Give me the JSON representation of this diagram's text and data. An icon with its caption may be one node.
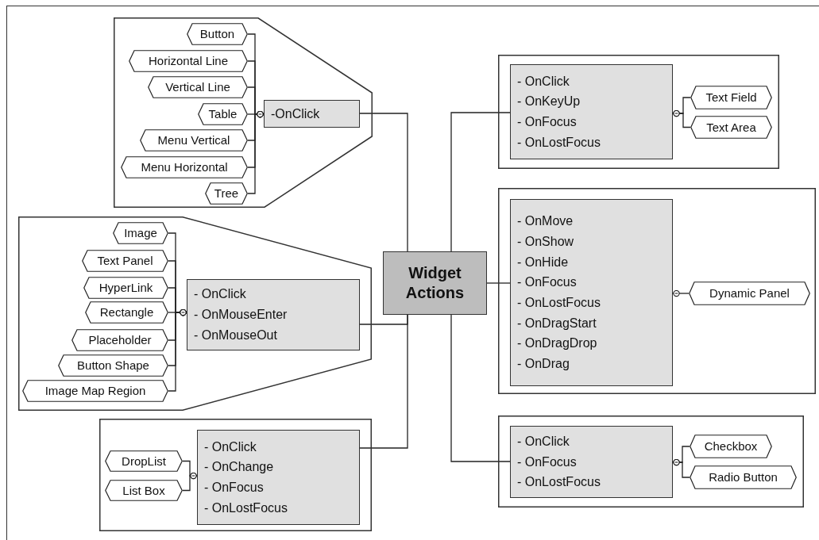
{
  "diagram": {
    "nodes": [
      {
        "text": [
          "Widget Actions"
        ]
      },
      {
        "text": [],
        "shape": "hexagon"
      },
      {
        "text": [
          "-OnClick"
        ],
        "in": 1
      },
      {
        "text": [
          "Button"
        ],
        "in": 1
      },
      {
        "text": [
          "Horizontal Line"
        ],
        "in": 1
      },
      {
        "text": [
          "Vertical Line"
        ],
        "in": 1
      },
      {
        "text": [
          "Table"
        ],
        "in": 1
      },
      {
        "text": [
          "Menu Vertical"
        ],
        "in": 1
      },
      {
        "text": [
          "Menu Horizontal"
        ],
        "in": 1
      },
      {
        "text": [
          "Tree"
        ],
        "in": 1
      },
      {
        "text": [],
        "shape": "hexagon"
      },
      {
        "text": [
          "- OnClick",
          "- OnMouseEnter",
          "- OnMouseOut"
        ],
        "in": 10
      },
      {
        "text": [
          "Image"
        ],
        "in": 10
      },
      {
        "text": [
          "Text Panel"
        ],
        "in": 10
      },
      {
        "text": [
          "HyperLink"
        ],
        "in": 10
      },
      {
        "text": [
          "Rectangle"
        ],
        "in": 10
      },
      {
        "text": [
          "Placeholder"
        ],
        "in": 10
      },
      {
        "text": [
          "Button Shape"
        ],
        "in": 10
      },
      {
        "text": [
          "Image Map Region"
        ],
        "in": 10
      },
      {
        "text": [],
        "shape": "box"
      },
      {
        "text": [
          "- OnClick",
          "- OnChange",
          "- OnFocus",
          "- OnLostFocus"
        ],
        "in": 19
      },
      {
        "text": [
          "DropList"
        ],
        "in": 19
      },
      {
        "text": [
          "List Box"
        ],
        "in": 19
      },
      {
        "text": [],
        "shape": "box"
      },
      {
        "text": [
          "- OnClick",
          "- OnKeyUp",
          "- OnFocus",
          "- OnLostFocus"
        ],
        "in": 23
      },
      {
        "text": [
          "Text Field"
        ],
        "in": 23
      },
      {
        "text": [
          "Text Area"
        ],
        "in": 23
      },
      {
        "text": [],
        "shape": "box"
      },
      {
        "text": [
          "- OnMove",
          "- OnShow",
          "- OnHide",
          "- OnFocus",
          "- OnLostFocus",
          "- OnDragStart",
          "- OnDragDrop",
          "- OnDrag"
        ],
        "in": 27
      },
      {
        "text": [
          "Dynamic Panel"
        ],
        "in": 27
      },
      {
        "text": [],
        "shape": "box"
      },
      {
        "text": [
          "- OnClick",
          "- OnFocus",
          "- OnLostFocus"
        ],
        "in": 30
      },
      {
        "text": [
          "Checkbox"
        ],
        "in": 30
      },
      {
        "text": [
          "Radio Button"
        ],
        "in": 30
      }
    ],
    "edges": [
      {
        "from": 0,
        "to": 2,
        "arrow": "none"
      },
      {
        "from": 0,
        "to": 11,
        "arrow": "none"
      },
      {
        "from": 0,
        "to": 20,
        "arrow": "none"
      },
      {
        "from": 0,
        "to": 24,
        "arrow": "none"
      },
      {
        "from": 0,
        "to": 28,
        "arrow": "none"
      },
      {
        "from": 0,
        "to": 31,
        "arrow": "none"
      },
      {
        "from": 3,
        "to": 2,
        "arrow": "other"
      },
      {
        "from": 4,
        "to": 2,
        "arrow": "other"
      },
      {
        "from": 5,
        "to": 2,
        "arrow": "other"
      },
      {
        "from": 6,
        "to": 2,
        "arrow": "other"
      },
      {
        "from": 7,
        "to": 2,
        "arrow": "other"
      },
      {
        "from": 8,
        "to": 2,
        "arrow": "other"
      },
      {
        "from": 9,
        "to": 2,
        "arrow": "other"
      },
      {
        "from": 12,
        "to": 11,
        "arrow": "other"
      },
      {
        "from": 13,
        "to": 11,
        "arrow": "other"
      },
      {
        "from": 14,
        "to": 11,
        "arrow": "other"
      },
      {
        "from": 15,
        "to": 11,
        "arrow": "other"
      },
      {
        "from": 16,
        "to": 11,
        "arrow": "other"
      },
      {
        "from": 17,
        "to": 11,
        "arrow": "other"
      },
      {
        "from": 18,
        "to": 11,
        "arrow": "other"
      },
      {
        "from": 21,
        "to": 20,
        "arrow": "other"
      },
      {
        "from": 22,
        "to": 20,
        "arrow": "other"
      },
      {
        "from": 25,
        "to": 24,
        "arrow": "other"
      },
      {
        "from": 26,
        "to": 24,
        "arrow": "other"
      },
      {
        "from": 29,
        "to": 28,
        "arrow": "other"
      },
      {
        "from": 32,
        "to": 31,
        "arrow": "other"
      },
      {
        "from": 33,
        "to": 31,
        "arrow": "other"
      }
    ]
  }
}
